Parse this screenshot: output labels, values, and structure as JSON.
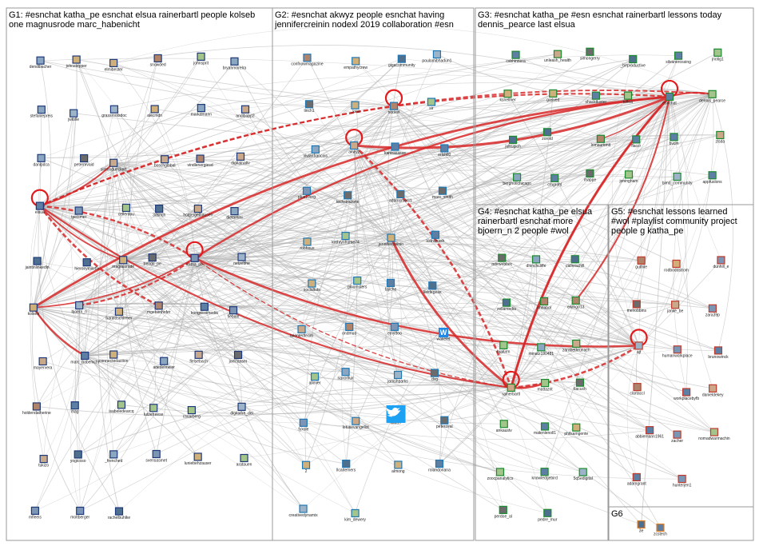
{
  "groups": [
    {
      "id": "G1",
      "lines": [
        "G1: #esnchat katha_pe esnchat elsua rainerbartl people kolseb",
        "one magnusrode marc_habenicht"
      ],
      "color": "#1f3a7a"
    },
    {
      "id": "G2",
      "lines": [
        "G2: #esnchat akwyz people esnchat having",
        "jennifercreinin nodexl 2019 collaboration #esn"
      ],
      "color": "#1f77b4"
    },
    {
      "id": "G3",
      "lines": [
        "G3: #esnchat katha_pe #esn esnchat rainerbartl lessons today",
        "dennis_pearce last elsua"
      ],
      "color": "#1b8a2f"
    },
    {
      "id": "G4",
      "lines": [
        "G4: #esnchat katha_pe elsua",
        "rainerbartl esnchat more",
        "bjoern_n 2 people #wol"
      ],
      "color": "#1b8a2f"
    },
    {
      "id": "G5",
      "lines": [
        "G5: #esnchat lessons learned",
        "#wol #playlist community project",
        "people g katha_pe"
      ],
      "color": "#c0392b"
    },
    {
      "id": "G6",
      "lines": [
        "G6"
      ],
      "color": "#e67e22"
    }
  ],
  "nodes": {
    "G1": [
      "dendlbacher",
      "johnstepper",
      "elmibester",
      "snowded",
      "johnsprit",
      "bryanmorelra",
      "stefaniepreis",
      "jwtolle",
      "grassrootsdoc",
      "alecmdn",
      "markdmann",
      "andlbopp2",
      "danlpdca",
      "petermvaid",
      "simondueckert",
      "boschglobal",
      "vindlenergiesd",
      "digitalnativ",
      "elsua",
      "tpeismer",
      "cellerdou",
      "3dsmjh",
      "holgergelhausen",
      "dietammi",
      "jaintinlinkedin",
      "hieronymilefix",
      "magnusrode",
      "trends_pe",
      "katha_pe",
      "netzebhe",
      "kolseb",
      "bjoern_n",
      "haraldschirmer",
      "mgebenhofer",
      "kongressmedia",
      "fiebanl",
      "mayervera",
      "marc_habenicht",
      "connectedaction",
      "adedelmeier",
      "flelsebach",
      "joelcaaser",
      "holdendatherine",
      "mag",
      "isabeledearcq",
      "lutzefreese",
      "cscarberg",
      "digitalfre_dei",
      "tukizo",
      "yogicoso",
      "_frenched",
      "svensasmet",
      "luniebehzauser",
      "aratauen",
      "mfleeis",
      "moltberger",
      "rachelbuhlke"
    ],
    "G2": [
      "confnowmagazine",
      "empathycrew",
      "gigacommunity",
      "poulomibhadun1",
      "lirich1",
      "_kevi",
      "nodexl",
      "sir",
      "vivianfrancois",
      "akwyz",
      "kantrasasse",
      "erlchtl0",
      "plus10org",
      "techstrazone",
      "adamsmets1",
      "marc_smith",
      "robhnus",
      "kathrynhume74",
      "jennifercreinin",
      "lcdnohash",
      "socialtuts",
      "gloomsters",
      "fajiche",
      "lieldegeas",
      "talentedteam",
      "ondmuo",
      "emydoo",
      "wakelet",
      "allover",
      "riaxonlux",
      "jomshparks",
      "dvg",
      "fyxole",
      "lotusevangelist",
      "twitter",
      "peterzeal",
      "2",
      "llcarlemers",
      "almong",
      "rolandoriana",
      "creativedynamix",
      "kim_dewery"
    ],
    "G3": [
      "csbhinnera",
      "unleash_health",
      "simongerry",
      "_beproductive",
      "silvanerossing",
      "jnotig1",
      "ksnellner",
      "gasved",
      "shacktluster",
      "tcflea",
      "esnchat",
      "dennis_pearce",
      "julkugich",
      "zorold",
      "lomaummit",
      "flaccr",
      "bvcm",
      "zlsda",
      "berghotichicago",
      "cmgrohl",
      "rhappe",
      "joningham",
      "bimd_community",
      "appfuslons"
    ],
    "G4": [
      "mhrwebbec",
      "dhinchcliffe",
      "callnrachill",
      "zellamedia",
      "ohrlabol",
      "ewingo13",
      "hjalurm",
      "mmatz190481",
      "zarabethrunach",
      "rainerbartl",
      "mattazrit",
      "tlacuch",
      "ankaustv",
      "malenlenoll1",
      "philsamgente",
      "zoocpanalytics",
      "knowledgebird",
      "5q5edigital",
      "perdoe_al",
      "pedre_mur"
    ],
    "G5": [
      "guthile",
      "rodboddstrom",
      "dunhill_e",
      "melrobbins",
      "janke_be",
      "zara39p",
      "ajf",
      "humanworkplace",
      "brunowinck",
      "clartaccl",
      "workplacebyfb",
      "danieldekey",
      "abbiemann1961",
      "zacher",
      "nomadwarmachin",
      "adamgrant",
      "hunterjen1"
    ],
    "G6": [
      "3e",
      "zcstech"
    ]
  },
  "icons": {
    "twitter": "twitter-bird-icon",
    "wakelet": "wakelet-w-icon",
    "hashtag": "hashtag-icon",
    "at": "at-sign-icon"
  },
  "colors": {
    "edge_gray": "#b0b0b0",
    "edge_red": "#d62728",
    "self_loop_red": "#e31a1c",
    "border": "#999999"
  }
}
